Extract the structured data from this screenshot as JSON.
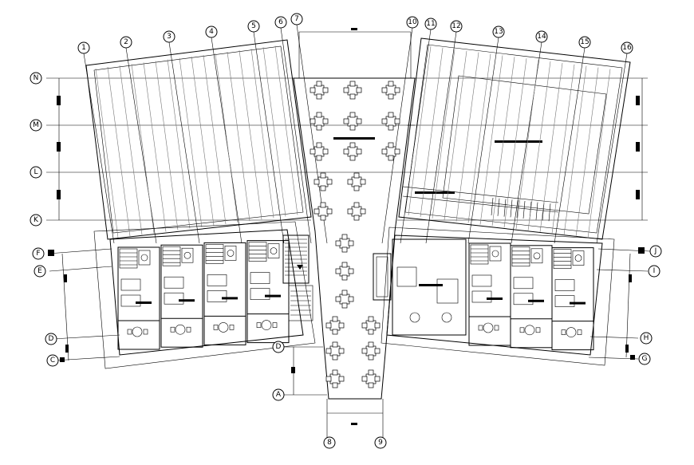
{
  "grid_numbers": [
    "1",
    "2",
    "3",
    "4",
    "5",
    "6",
    "7",
    "10",
    "11",
    "12",
    "13",
    "14",
    "15",
    "16",
    "8",
    "9"
  ],
  "grid_letters_left": [
    "N",
    "M",
    "L",
    "K",
    "F",
    "E",
    "D",
    "C"
  ],
  "grid_letters_right": [
    "J",
    "I",
    "H",
    "G"
  ],
  "grid_letters_center": [
    "D",
    "A"
  ]
}
